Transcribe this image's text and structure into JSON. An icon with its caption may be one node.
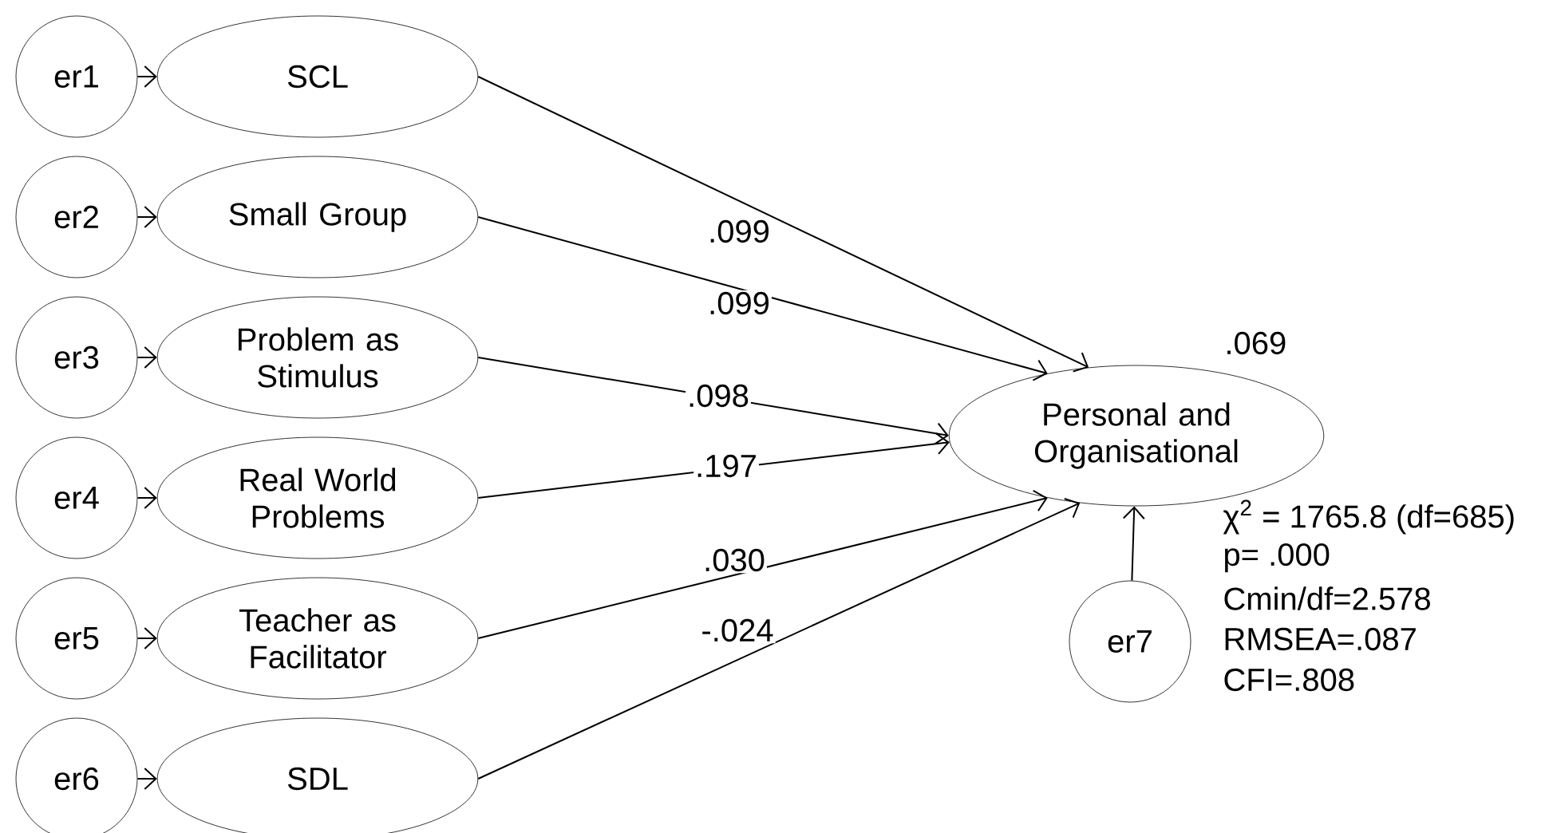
{
  "diagram": {
    "nodes": [
      {
        "text": [
          "er1"
        ]
      },
      {
        "text": [
          "er2"
        ]
      },
      {
        "text": [
          "er3"
        ]
      },
      {
        "text": [
          "er4"
        ]
      },
      {
        "text": [
          "er5"
        ]
      },
      {
        "text": [
          "er6"
        ]
      },
      {
        "text": [
          "SCL"
        ]
      },
      {
        "text": [
          "Small Group"
        ]
      },
      {
        "text": [
          "Problem as Stimulus"
        ]
      },
      {
        "text": [
          "Real World Problems"
        ]
      },
      {
        "text": [
          "Teacher as Facilitator"
        ]
      },
      {
        "text": [
          "SDL"
        ]
      },
      {
        "text": [
          "Personal and Organisational"
        ],
        "beside": [
          ".069"
        ]
      },
      {
        "text": [
          "er7"
        ]
      }
    ],
    "edges": [
      {
        "from": 0,
        "to": 6,
        "arrow": "to"
      },
      {
        "from": 1,
        "to": 7,
        "arrow": "to"
      },
      {
        "from": 2,
        "to": 8,
        "arrow": "to"
      },
      {
        "from": 3,
        "to": 9,
        "arrow": "to"
      },
      {
        "from": 4,
        "to": 10,
        "arrow": "to"
      },
      {
        "from": 5,
        "to": 11,
        "arrow": "to"
      },
      {
        "from": 6,
        "to": 12,
        "arrow": "to",
        "label": ".099"
      },
      {
        "from": 7,
        "to": 12,
        "arrow": "to",
        "label": ".099"
      },
      {
        "from": 8,
        "to": 12,
        "arrow": "to",
        "label": ".098"
      },
      {
        "from": 9,
        "to": 12,
        "arrow": "to",
        "label": ".197"
      },
      {
        "from": 10,
        "to": 12,
        "arrow": "to",
        "label": ".030"
      },
      {
        "from": 11,
        "to": 12,
        "arrow": "to",
        "label": "-.024"
      },
      {
        "from": 13,
        "to": 12,
        "arrow": "to"
      }
    ],
    "labels": [
      "χ$^{2}$ = 1765.8 (df=685)",
      "p= .000",
      "Cmin/df=2.578",
      "RMSEA=.087",
      "CFI=.808"
    ]
  }
}
